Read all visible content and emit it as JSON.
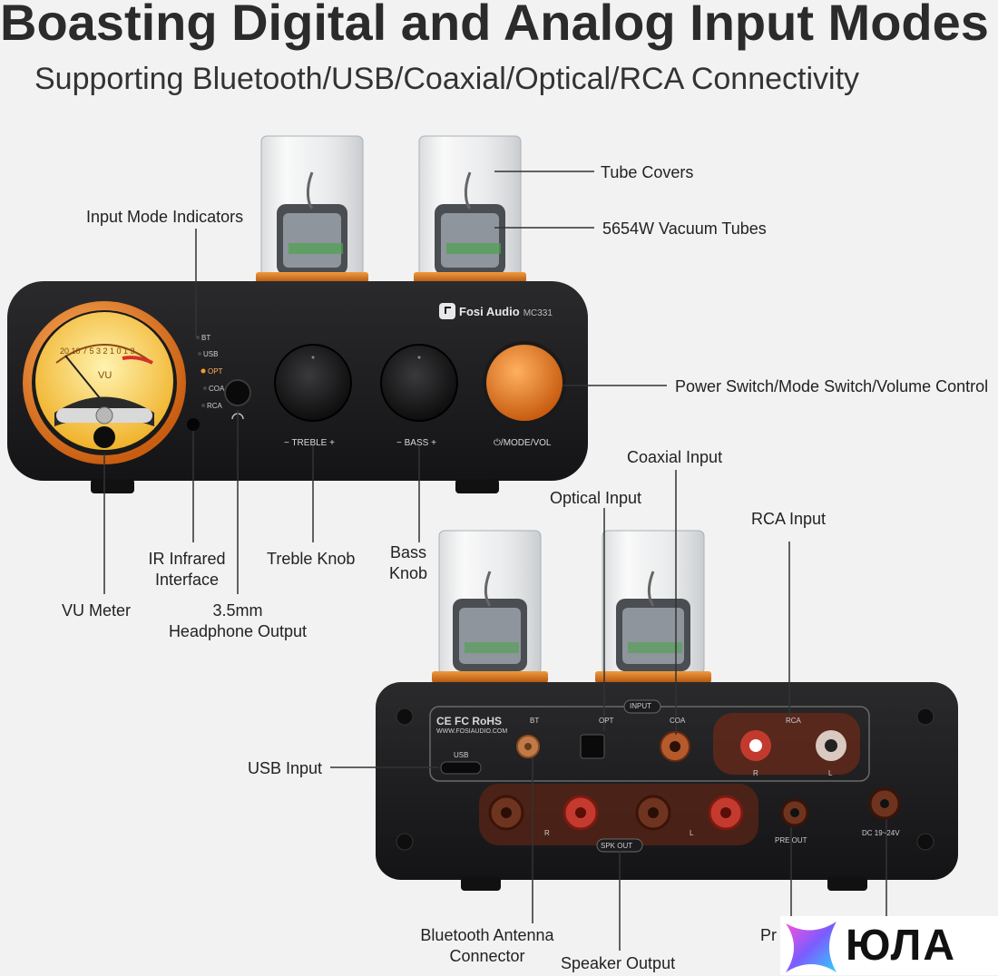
{
  "header": {
    "title": "Boasting Digital and Analog Input Modes",
    "subtitle": "Supporting Bluetooth/USB/Coaxial/Optical/RCA Connectivity"
  },
  "callouts": {
    "tube_covers": "Tube Covers",
    "vacuum_tubes": "5654W Vacuum Tubes",
    "input_mode_indicators": "Input Mode Indicators",
    "power_switch": "Power Switch/Mode Switch/Volume Control",
    "coaxial_input": "Coaxial Input",
    "optical_input": "Optical Input",
    "rca_input": "RCA Input",
    "ir_interface_line1": "IR Infrared",
    "ir_interface_line2": "Interface",
    "treble_knob": "Treble Knob",
    "bass_knob_line1": "Bass",
    "bass_knob_line2": "Knob",
    "vu_meter": "VU Meter",
    "headphone_line1": "3.5mm",
    "headphone_line2": "Headphone Output",
    "usb_input": "USB Input",
    "bt_antenna_line1": "Bluetooth Antenna",
    "bt_antenna_line2": "Connector",
    "speaker_output": "Speaker Output",
    "pre_out_partial": "Pr"
  },
  "front_panel": {
    "brand": "Fosi Audio",
    "model": "MC331",
    "indicators": [
      "BT",
      "USB",
      "OPT",
      "COA",
      "RCA"
    ],
    "active_indicator": "OPT",
    "treble_label": "− TREBLE +",
    "bass_label": "− BASS +",
    "mode_label": "⏻/MODE/VOL",
    "vu_label": "VU",
    "vu_scale": "20 10 7 5 3 2 1 0 1 3"
  },
  "rear_panel": {
    "certs": "CE FC RoHS",
    "website": "WWW.FOSIAUDIO.COM",
    "input_label": "INPUT",
    "bt": "BT",
    "opt": "OPT",
    "coa": "COA",
    "rca": "RCA",
    "rca_r": "R",
    "rca_l": "L",
    "usb": "USB",
    "spk_out": "SPK OUT",
    "spk_r": "R",
    "spk_l": "L",
    "pre_out": "PRE OUT",
    "dc": "DC 19~24V"
  },
  "watermark": {
    "text": "ЮЛА"
  },
  "colors": {
    "body": "#1c1c1e",
    "accent_orange": "#e07a1f",
    "vu_glow": "#f5c542",
    "connector_red": "#c0392b"
  }
}
